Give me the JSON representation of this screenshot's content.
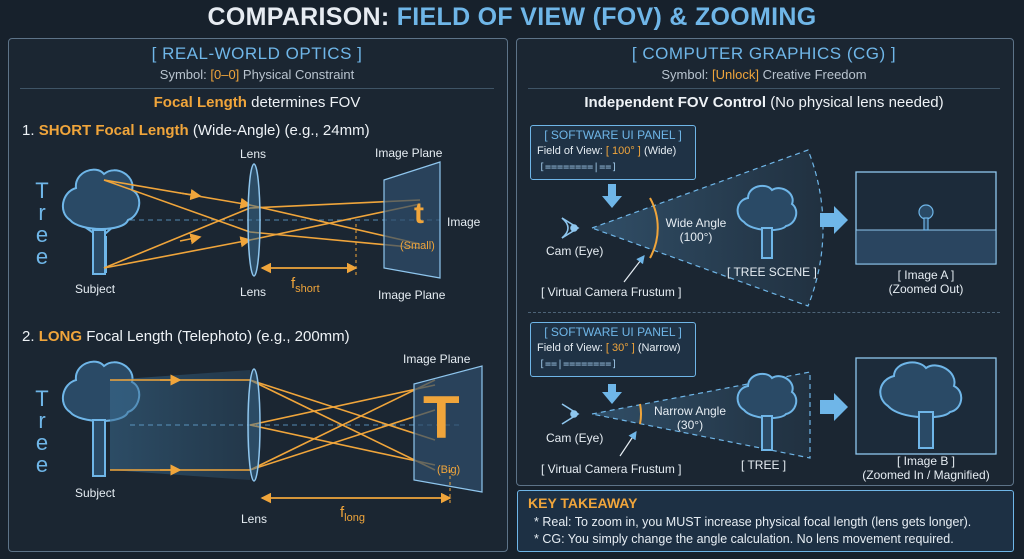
{
  "title": {
    "part1": "COMPARISON:",
    "part2": "FIELD OF VIEW (FOV) & ZOOMING"
  },
  "left": {
    "header": "[ REAL-WORLD OPTICS ]",
    "symbol_prefix": "Symbol:",
    "symbol_icon": "[0–0]",
    "symbol_text": "Physical Constraint",
    "subheader_strong": "Focal Length",
    "subheader_rest": "determines FOV",
    "short": {
      "num": "1.",
      "strong": "SHORT Focal Length",
      "rest": "(Wide-Angle) (e.g., 24mm)",
      "lens_top": "Lens",
      "lens_bottom": "Lens",
      "plane_top": "Image Plane",
      "plane_bottom": "Image Plane",
      "image_label": "Image",
      "letter": "t",
      "size_label": "(Small)",
      "f_main": "f",
      "f_sub": "short",
      "subject": "Subject",
      "tree_letters": [
        "T",
        "r",
        "e",
        "e"
      ]
    },
    "long": {
      "num": "2.",
      "strong": "LONG",
      "rest": "Focal Length (Telephoto) (e.g., 200mm)",
      "plane_top": "Image Plane",
      "lens_bottom": "Lens",
      "letter": "T",
      "size_label": "(Big)",
      "f_main": "f",
      "f_sub": "long",
      "subject": "Subject",
      "tree_letters": [
        "T",
        "r",
        "e",
        "e"
      ]
    }
  },
  "right": {
    "header": "[ COMPUTER GRAPHICS (CG) ]",
    "symbol_prefix": "Symbol:",
    "symbol_icon": "[Unlock]",
    "symbol_text": "Creative Freedom",
    "subheader_strong": "Independent FOV Control",
    "subheader_rest": "(No physical lens needed)",
    "wide": {
      "ui_title": "[ SOFTWARE UI PANEL ]",
      "fov_label": "Field of View:",
      "fov_value": "[ 100° ]",
      "fov_mode": "(Wide)",
      "slider": "[========|==]",
      "cam": "Cam (Eye)",
      "angle_line1": "Wide Angle",
      "angle_line2": "(100°)",
      "frustum": "[ Virtual Camera Frustum ]",
      "scene": "[ TREE SCENE ]",
      "image_line1": "[ Image A ]",
      "image_line2": "(Zoomed Out)"
    },
    "narrow": {
      "ui_title": "[ SOFTWARE UI PANEL ]",
      "fov_label": "Field of View:",
      "fov_value": "[ 30° ]",
      "fov_mode": "(Narrow)",
      "slider": "[==|========]",
      "cam": "Cam (Eye)",
      "angle_line1": "Narrow Angle",
      "angle_line2": "(30°)",
      "frustum": "[ Virtual Camera Frustum ]",
      "scene": "[ TREE ]",
      "image_line1": "[ Image B ]",
      "image_line2": "(Zoomed In / Magnified)"
    }
  },
  "takeaway": {
    "title": "KEY TAKEAWAY",
    "line1": "* Real: To zoom in, you MUST increase physical focal length (lens gets longer).",
    "line2": "* CG: You simply change the angle calculation. No lens movement required."
  },
  "colors": {
    "accent_blue": "#6fb6e8",
    "accent_orange": "#f0a53b",
    "background": "#17212c"
  },
  "icons": [
    "tree-icon",
    "eye-icon",
    "arrow-right-icon",
    "arrow-down-icon",
    "sparkle-icon"
  ]
}
